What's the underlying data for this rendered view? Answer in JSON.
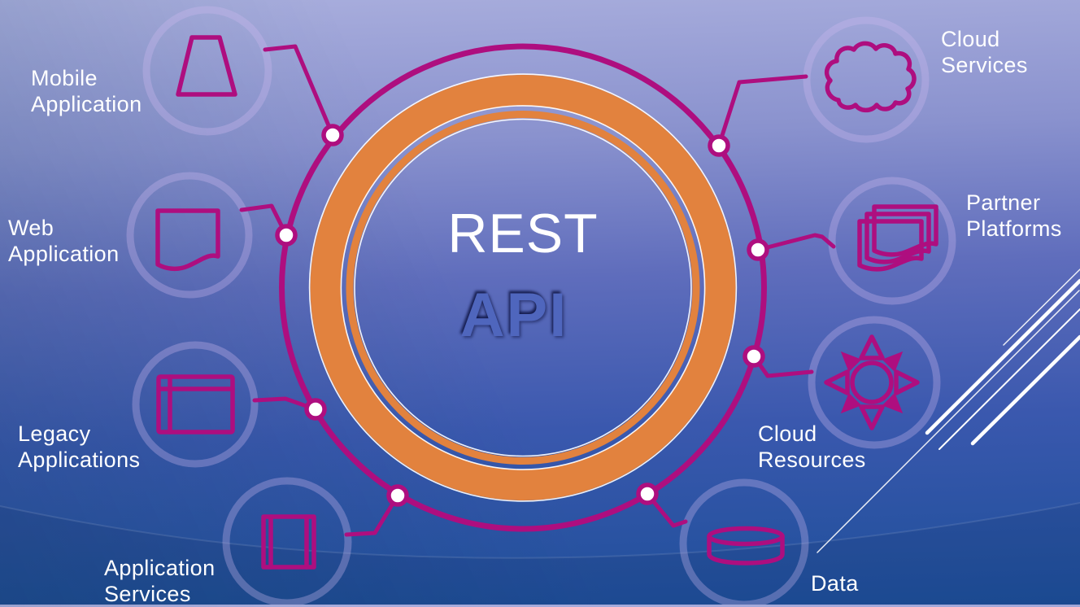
{
  "center": {
    "title": "REST",
    "subtitle": "API"
  },
  "colors": {
    "magenta": "#AE0E7F",
    "orange": "#E2823E",
    "api-fill": "#4F66BD",
    "bg-top": "#A9AEDD",
    "bg-bottom": "#1D4F99",
    "label": "#FFFFFF"
  },
  "nodes": [
    {
      "id": "mobile-application",
      "lines": [
        "Mobile",
        "Application"
      ],
      "icon": "mobile-app-icon"
    },
    {
      "id": "web-application",
      "lines": [
        "Web",
        "Application"
      ],
      "icon": "web-page-icon"
    },
    {
      "id": "legacy-applications",
      "lines": [
        "Legacy",
        "Applications"
      ],
      "icon": "window-icon"
    },
    {
      "id": "application-services",
      "lines": [
        "Application",
        "Services"
      ],
      "icon": "panel-icon"
    },
    {
      "id": "cloud-services",
      "lines": [
        "Cloud",
        "Services"
      ],
      "icon": "cloud-icon"
    },
    {
      "id": "partner-platforms",
      "lines": [
        "Partner",
        "Platforms"
      ],
      "icon": "stacked-pages-icon"
    },
    {
      "id": "cloud-resources",
      "lines": [
        "Cloud",
        "Resources"
      ],
      "icon": "sun-icon"
    },
    {
      "id": "data",
      "lines": [
        "Data"
      ],
      "icon": "database-icon"
    }
  ]
}
